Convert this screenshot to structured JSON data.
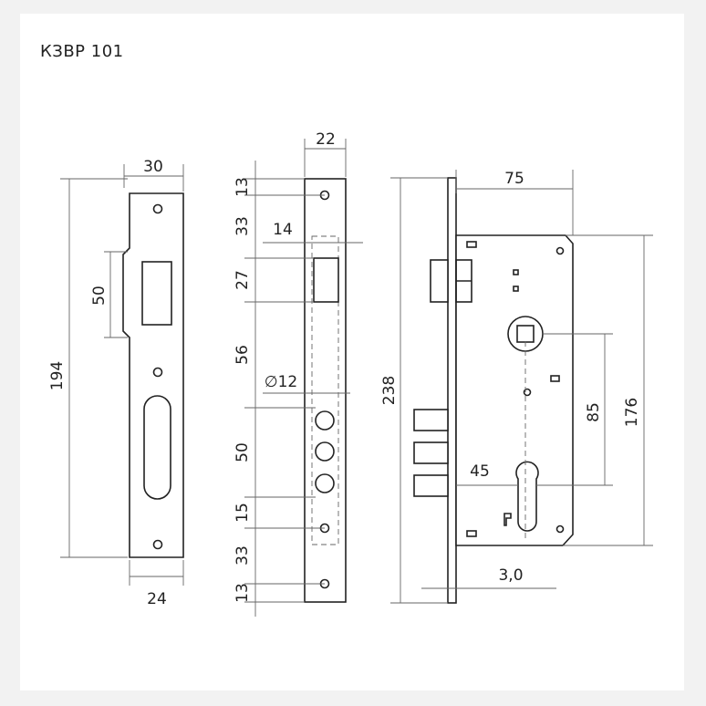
{
  "title": "КЗВР 101",
  "dimensions": {
    "strike": {
      "width_top": "30",
      "opening": "50",
      "height": "194",
      "width_bottom": "24"
    },
    "faceplate": {
      "width": "22",
      "d1": "13",
      "d2": "33",
      "bolt_width": "14",
      "d3": "27",
      "d4": "56",
      "hole_dia": "∅12",
      "d5": "50",
      "d6": "15",
      "d7": "33",
      "d8": "13"
    },
    "lock": {
      "backset": "75",
      "height_total": "238",
      "case_height": "176",
      "center_distance": "85",
      "cylinder_offset": "45",
      "plate_thickness": "3,0"
    }
  }
}
